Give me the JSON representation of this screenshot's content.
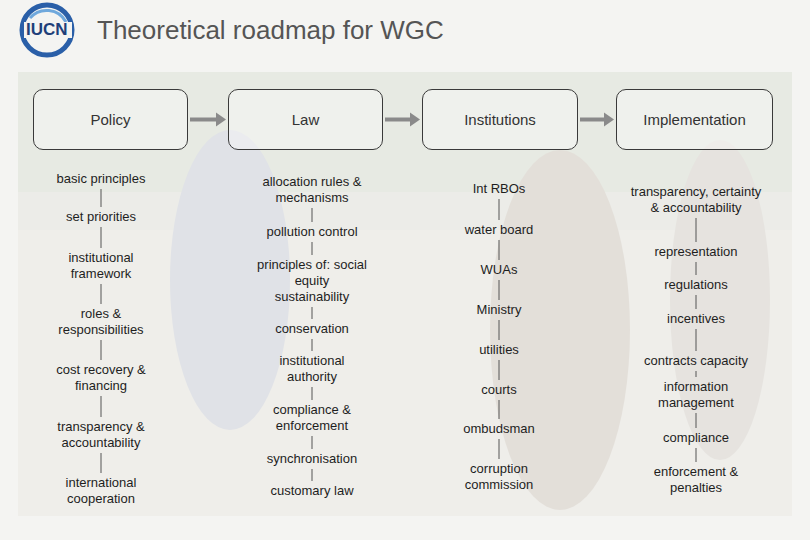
{
  "diagram": {
    "title": "Theoretical roadmap for WGC",
    "nodes": [
      {
        "text": [
          "Policy"
        ]
      },
      {
        "text": [
          "Law"
        ]
      },
      {
        "text": [
          "Institutions"
        ]
      },
      {
        "text": [
          "Implementation"
        ]
      }
    ],
    "edges": [
      {
        "from": 0,
        "to": 1,
        "arrow": "to"
      },
      {
        "from": 1,
        "to": 2,
        "arrow": "to"
      },
      {
        "from": 2,
        "to": 3,
        "arrow": "to"
      }
    ],
    "labels": [
      "IUCN",
      "basic principles",
      "set priorities",
      "institutional framework",
      "roles & responsibilities",
      "cost recovery & financing",
      "transparency & accountability",
      "international cooperation",
      "allocation rules & mechanisms",
      "pollution control",
      "principles of: social equity sustainability",
      "conservation",
      "institutional authority",
      "compliance & enforcement",
      "synchronisation",
      "customary law",
      "Int RBOs",
      "water board",
      "WUAs",
      "Ministry",
      "utilities",
      "courts",
      "ombudsman",
      "corruption commission",
      "transparency, certainty & accountability",
      "representation",
      "regulations",
      "incentives",
      "contracts capacity",
      "information management",
      "compliance",
      "enforcement & penalties"
    ]
  }
}
